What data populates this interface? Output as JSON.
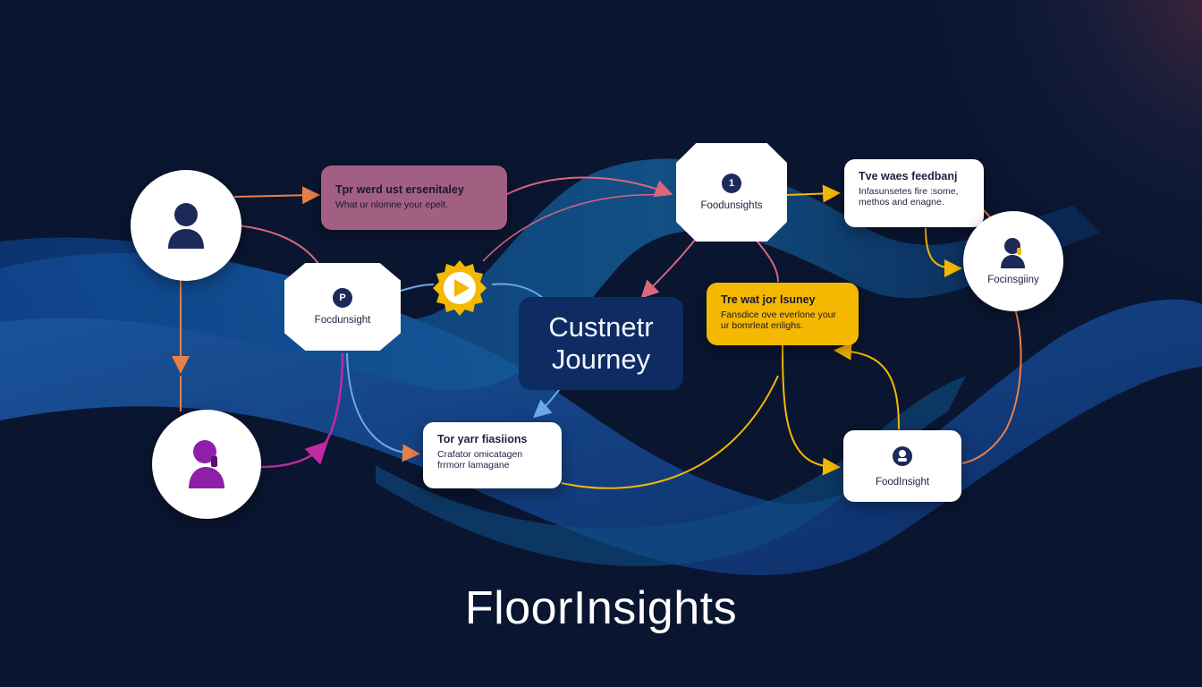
{
  "brand": {
    "name": "FloorInsights"
  },
  "center": {
    "line1": "Custnetr",
    "line2": "Journey"
  },
  "colors": {
    "background": "#0a1530",
    "wave": "#1d5aa8",
    "accent_mauve": "#a15f82",
    "accent_yellow": "#f5b800",
    "accent_orange": "#e8804a",
    "accent_purple": "#8f1fa8",
    "icon_navy": "#1b2a5a"
  },
  "nodes": {
    "customer_top": {
      "icon": "person-icon"
    },
    "customer_bottom": {
      "icon": "person-phone-icon"
    },
    "mauve_card": {
      "title": "Tpr werd ust ersenitaley",
      "body": "What ur nlomne your epelt."
    },
    "left_hex": {
      "badge": "P",
      "label": "Focdunsight"
    },
    "play": {
      "icon": "play-icon"
    },
    "top_hex": {
      "badge": "1",
      "label": "Foodunsights"
    },
    "feedback_card": {
      "title": "Tve waes feedbanj",
      "body": "Infasunsetes fire :some, methos and enagne."
    },
    "right_circle": {
      "icon": "person-phone-icon",
      "label": "Focinsgiiny"
    },
    "yellow_card": {
      "title": "Tre wat jor lsuney",
      "body": "Fansdice ove everlone your ur bomrleat enlighs."
    },
    "fashions_card": {
      "title": "Tor yarr fiasiions",
      "body": "Crafator omicatagen frrmorr lamagane"
    },
    "bottom_right_card": {
      "icon": "person-badge-icon",
      "label": "FoodInsight"
    }
  }
}
